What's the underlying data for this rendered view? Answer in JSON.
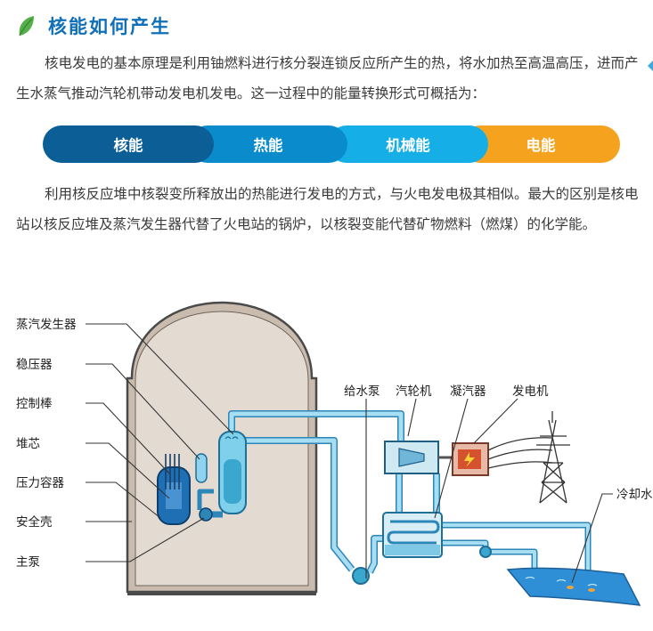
{
  "section": {
    "title": "核能如何产生",
    "paragraph1": "核电发电的基本原理是利用铀燃料进行核分裂连锁反应所产生的热，将水加热至高温高压，进而产生水蒸气推动汽轮机带动发电机发电。这一过程中的能量转换形式可概括为：",
    "paragraph2": "利用核反应堆中核裂变所释放出的热能进行发电的方式，与火电发电极其相似。最大的区别是核电站以核反应堆及蒸汽发生器代替了火电站的锅炉，以核裂变能代替矿物燃料（燃煤）的化学能。"
  },
  "energy_chain": [
    {
      "label": "核能",
      "color": "#0b5e96"
    },
    {
      "label": "热能",
      "color": "#0a8ccc"
    },
    {
      "label": "机械能",
      "color": "#16aee6"
    },
    {
      "label": "电能",
      "color": "#f5a31e"
    }
  ],
  "diagram": {
    "left_labels": [
      "蒸汽发生器",
      "稳压器",
      "控制棒",
      "堆芯",
      "压力容器",
      "安全壳",
      "主泵"
    ],
    "top_labels": [
      "给水泵",
      "汽轮机",
      "凝汽器",
      "发电机"
    ],
    "right_label": "冷却水"
  },
  "colors": {
    "heading": "#0f6fb8",
    "leaf": "#56b04a",
    "pipe": "#8fd3ee",
    "pipe_stroke": "#2d86b8",
    "containment": "#c9bcaf",
    "water": "#2f8fd6"
  },
  "icons": [
    "leaf-icon",
    "lightning-icon",
    "transmission-tower-icon",
    "fish-icon"
  ]
}
